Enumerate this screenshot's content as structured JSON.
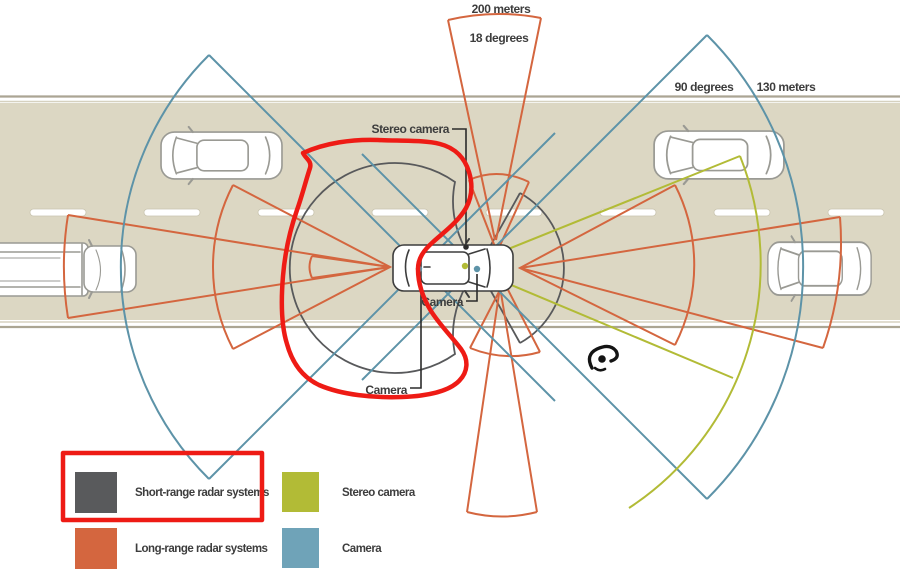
{
  "diagram": {
    "annotations": {
      "forward_range": "200 meters",
      "forward_fov": "18 degrees",
      "side_fov": "90 degrees",
      "side_range": "130 meters",
      "stereo_camera_pointer": "Stereo camera",
      "front_camera_pointer": "Camera",
      "bottom_camera_pointer": "Camera"
    },
    "colors": {
      "short_range_radar": "#58595b",
      "long_range_radar": "#d4663f",
      "stereo_camera": "#b2bb36",
      "camera": "#5d93a8",
      "annotation_red": "#ee1b15",
      "road": "#dcd7c3",
      "car_outline": "#9a9a94",
      "ego_car_outline": "#3d3d3d"
    }
  },
  "legend": {
    "items": [
      {
        "label": "Short-range radar systems",
        "color": "#595a5c",
        "highlighted": true
      },
      {
        "label": "Long-range radar systems",
        "color": "#d4663f",
        "highlighted": false
      },
      {
        "label": "Stereo camera",
        "color": "#b2bb36",
        "highlighted": false
      },
      {
        "label": "Camera",
        "color": "#6fa3b8",
        "highlighted": false
      }
    ]
  }
}
